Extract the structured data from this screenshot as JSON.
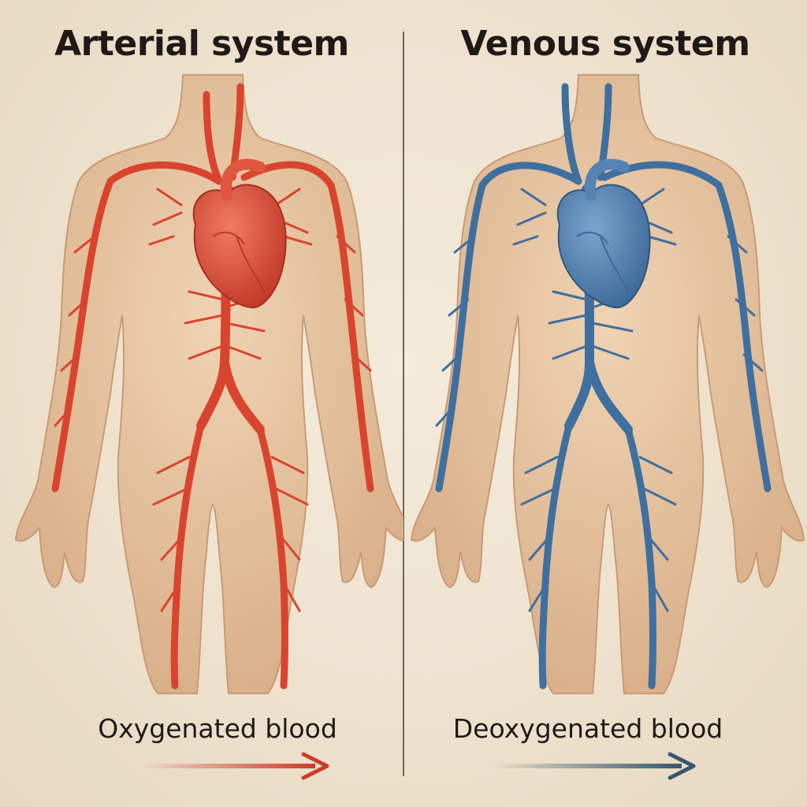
{
  "left_panel": {
    "title": "Arterial system",
    "caption": "Oxygenated blood",
    "vessel_color": "#d9442e",
    "heart_color": "#e0563f",
    "arrow_color": "#cf3b29"
  },
  "right_panel": {
    "title": "Venous system",
    "caption": "Deoxygenated blood",
    "vessel_color": "#3f6f9e",
    "heart_color": "#5584b4",
    "arrow_color": "#37586f"
  },
  "skin_color": "#e7c7a3"
}
